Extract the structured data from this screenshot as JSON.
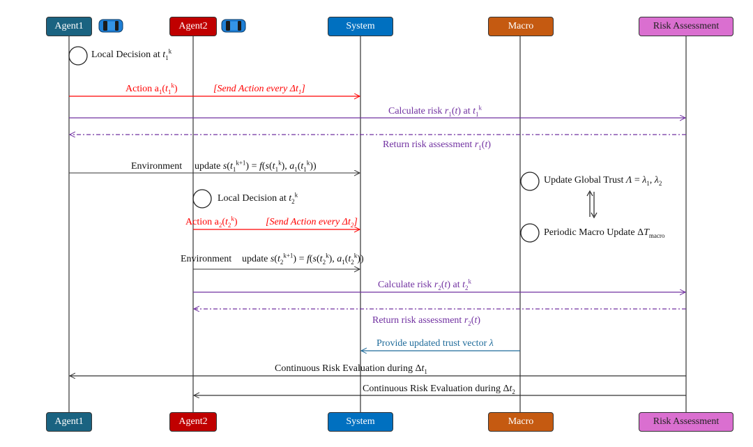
{
  "colors": {
    "agent1": "#1a6381",
    "agent2": "#c00000",
    "system": "#0070c0",
    "macro": "#c55a11",
    "risk": "#da6fd0",
    "action": "#ff0000",
    "risk_msg": "#7030a0",
    "trust_msg": "#1f6b9a",
    "neutral": "#333333"
  },
  "actors": [
    {
      "id": "agent1",
      "label": "Agent1",
      "has_car_icon": true
    },
    {
      "id": "agent2",
      "label": "Agent2",
      "has_car_icon": true
    },
    {
      "id": "system",
      "label": "System",
      "has_car_icon": false
    },
    {
      "id": "macro",
      "label": "Macro",
      "has_car_icon": false
    },
    {
      "id": "risk",
      "label": "Risk Assessment",
      "has_car_icon": false
    }
  ],
  "messages": [
    {
      "type": "self",
      "from": "agent1",
      "label": "Local Decision at t₁ᵏ"
    },
    {
      "type": "arrow",
      "from": "agent1",
      "to": "system",
      "style": "solid",
      "color": "action",
      "label": "Action a₁(t₁ᵏ)",
      "note": "[Send Action every Δt₁]"
    },
    {
      "type": "arrow",
      "from": "agent1",
      "to": "risk",
      "style": "solid",
      "color": "risk_msg",
      "label": "Calculate risk r₁(t) at t₁ᵏ"
    },
    {
      "type": "arrow",
      "from": "risk",
      "to": "agent1",
      "style": "dashdot",
      "color": "risk_msg",
      "label": "Return risk assessment r₁(t)"
    },
    {
      "type": "arrow",
      "from": "agent1",
      "to": "system",
      "style": "solid",
      "color": "neutral",
      "label": "Environment  update s(t₁ᵏ⁺¹) = f(s(t₁ᵏ), a₁(t₁ᵏ))"
    },
    {
      "type": "self",
      "from": "macro",
      "label": "Update Global Trust Λ = λ₁, λ₂"
    },
    {
      "type": "self",
      "from": "agent2",
      "label": "Local Decision at t₂ᵏ"
    },
    {
      "type": "self",
      "from": "macro",
      "label": "Periodic Macro Update ΔT_macro"
    },
    {
      "type": "arrow",
      "from": "agent2",
      "to": "system",
      "style": "solid",
      "color": "action",
      "label": "Action a₂(t₂ᵏ)",
      "note": "[Send Action every Δt₂]"
    },
    {
      "type": "arrow",
      "from": "agent2",
      "to": "system",
      "style": "solid",
      "color": "neutral",
      "label": "Environment  update s(t₂ᵏ⁺¹) = f(s(t₂ᵏ), a₁(t₂ᵏ))"
    },
    {
      "type": "arrow",
      "from": "agent2",
      "to": "risk",
      "style": "solid",
      "color": "risk_msg",
      "label": "Calculate risk r₂(t) at t₂ᵏ"
    },
    {
      "type": "arrow",
      "from": "risk",
      "to": "agent2",
      "style": "dashdot",
      "color": "risk_msg",
      "label": "Return risk assessment r₂(t)"
    },
    {
      "type": "arrow",
      "from": "macro",
      "to": "system",
      "style": "solid",
      "color": "trust_msg",
      "label": "Provide updated trust vector λ"
    },
    {
      "type": "arrow",
      "from": "risk",
      "to": "agent1",
      "style": "solid",
      "color": "neutral",
      "label": "Continuous Risk Evaluation during Δt₁"
    },
    {
      "type": "arrow",
      "from": "risk",
      "to": "agent2",
      "style": "solid",
      "color": "neutral",
      "label": "Continuous Risk Evaluation during Δt₂"
    }
  ],
  "labels": {
    "ld1_prefix": "Local Decision at ",
    "ld2_prefix": "Local Decision at ",
    "action1_prefix": "Action a",
    "action1_note_text": "Send Action every Δ",
    "calc1_prefix": "Calculate risk ",
    "ret1_prefix": "Return risk assessment ",
    "env1_left": "Environment",
    "env1_mid": "update ",
    "ugt_prefix": "Update Global Trust ",
    "pmu_prefix": "Periodic Macro Update Δ",
    "action2_prefix": "Action a",
    "action2_note_text": "Send Action every Δ",
    "env2_left": "Environment",
    "env2_mid": "update ",
    "calc2_prefix": "Calculate risk ",
    "ret2_prefix": "Return risk assessment ",
    "trust_text": "Provide updated trust vector ",
    "cre1_text": "Continuous Risk Evaluation during Δ",
    "cre2_text": "Continuous Risk Evaluation during Δ",
    "sub_1": "1",
    "sub_2": "2",
    "sup_k": "k",
    "sup_k1": "k+1",
    "sub_macro": "macro",
    "lambda": "λ"
  }
}
